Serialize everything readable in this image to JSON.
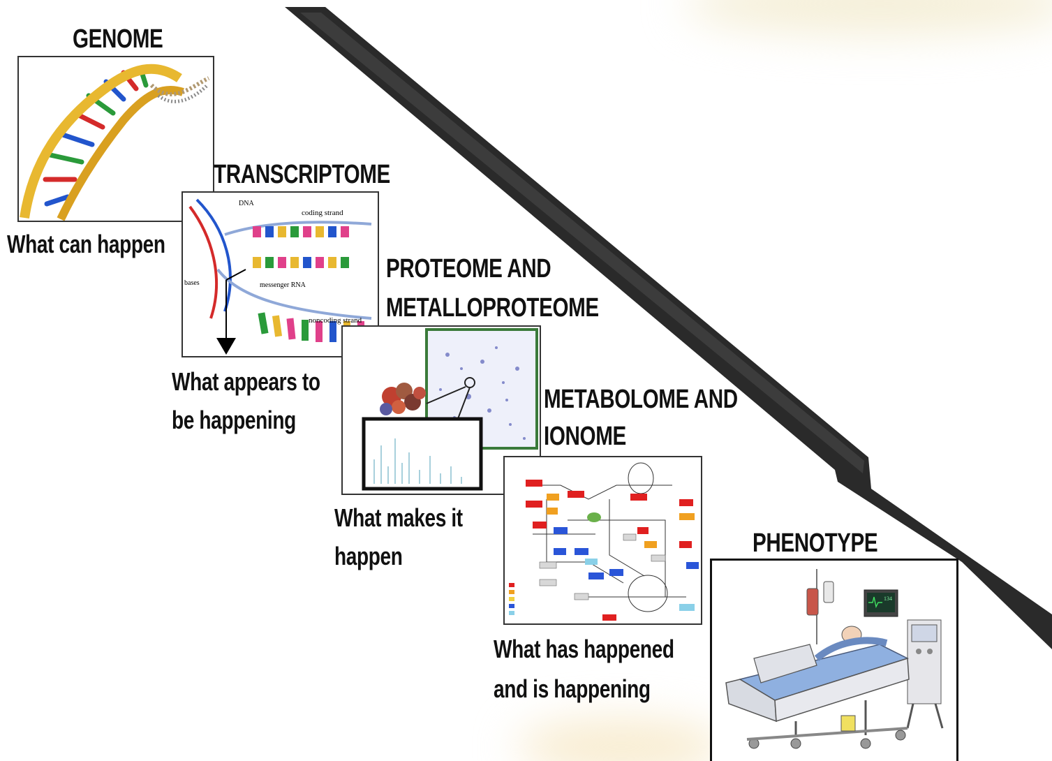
{
  "colors": {
    "arrow": "#2a2a2a",
    "dna_gold": "#e8b830",
    "dna_blue": "#2255cc",
    "dna_red": "#d42a2a",
    "dna_green": "#2a9a3a",
    "rna_pink": "#e0408a",
    "gel_blue": "#6a72c0",
    "path_red": "#e02020",
    "path_orange": "#f0a020",
    "path_blue": "#2a55d8",
    "bed_blue": "#8fb0e0",
    "glow": "#f7eccf"
  },
  "stages": [
    {
      "title": "GENOME",
      "caption": [
        "What can happen"
      ],
      "image": "dna-double-helix"
    },
    {
      "title": "TRANSCRIPTOME",
      "caption": [
        "What appears to",
        "be happening"
      ],
      "image": "transcription-diagram",
      "image_labels": {
        "dna": "DNA",
        "coding": "coding strand",
        "bases": "bases",
        "mrna": "messenger RNA",
        "noncoding": "noncoding strand"
      }
    },
    {
      "title": [
        "PROTEOME  AND",
        "METALLOPROTEOME"
      ],
      "caption": [
        "What makes it",
        "happen"
      ],
      "image": "protein-gel-spectrum"
    },
    {
      "title": [
        "METABOLOME AND",
        "IONOME"
      ],
      "caption": [
        "What has happened",
        "and is happening"
      ],
      "image": "metabolic-pathway-map"
    },
    {
      "title": "PHENOTYPE",
      "image": "patient-in-hospital-bed",
      "image_labels": {
        "monitor": "134"
      }
    }
  ]
}
